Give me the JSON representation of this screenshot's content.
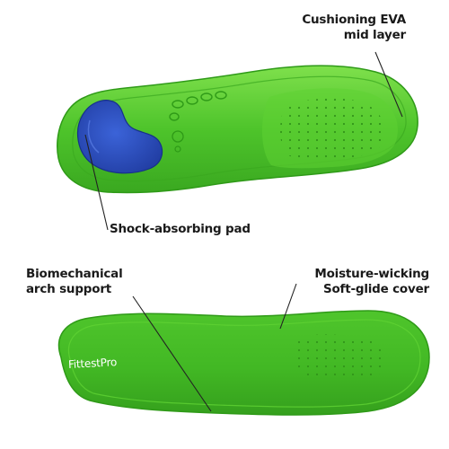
{
  "callouts": {
    "cushioning_line1": "Cushioning EVA",
    "cushioning_line2": "mid layer",
    "shock_absorbing": "Shock-absorbing pad",
    "arch_line1": "Biomechanical",
    "arch_line2": "arch support",
    "moisture_line1": "Moisture-wicking",
    "moisture_line2": "Soft-glide cover"
  },
  "brand": {
    "logo_text": "FittestPro"
  },
  "colors": {
    "insole_green": "#4cc52a",
    "insole_green_light": "#7be04a",
    "heel_pad_blue": "#2a4fc2",
    "label_text": "#1a1a1a",
    "leader_line": "#222222"
  }
}
